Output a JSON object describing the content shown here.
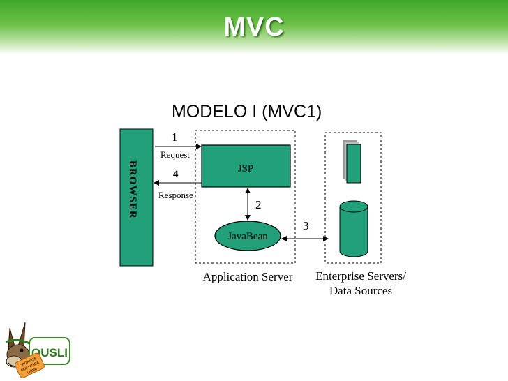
{
  "slide": {
    "title": "MVC",
    "subtitle": "MODELO I (MVC1)"
  },
  "diagram": {
    "browser_label": "BROWSER",
    "request_number": "1",
    "request_label": "Request",
    "response_number": "4",
    "response_label": "Response",
    "jsp_label": "JSP",
    "bean_number": "2",
    "javabean_label": "JavaBean",
    "datasource_number": "3",
    "app_server_label": "Application Server",
    "enterprise_label_line1": "Enterprise Servers/",
    "enterprise_label_line2": "Data Sources",
    "colors": {
      "box_fill": "#21a07a",
      "border": "#000000"
    }
  },
  "logo": {
    "name": "OUSLI",
    "tagline_line1": "ORGANIZE",
    "tagline_line2": "SOFTWARE",
    "tagline_line3": "LIBRE"
  }
}
